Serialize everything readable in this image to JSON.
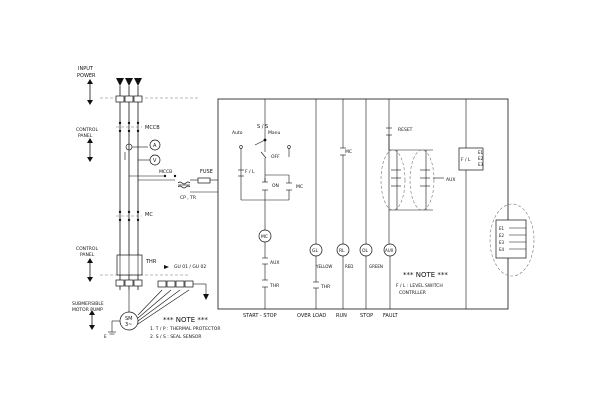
{
  "labels": {
    "input_power": [
      "INPUT",
      "POWER"
    ],
    "control_panel_top": [
      "CONTROL",
      "PANEL"
    ],
    "control_panel_mid": [
      "CONTROL",
      "PANEL"
    ],
    "submersible": [
      "SUBMERSIBLE",
      "MOTOR PUMP"
    ],
    "mccb1": "MCCB",
    "mccb2": "MCCB",
    "fuse": "FUSE",
    "cp_tr": "CP , TR",
    "mc_main": "MC",
    "thr_main": "THR",
    "gu": "GU 01 / GU 02",
    "motor": [
      "SM",
      "3~"
    ],
    "earth": "E",
    "note_left_title": "*** NOTE ***",
    "note_left_lines": [
      "1. T / P : THERMAL PROTECTOR",
      "2. S / S : SEAL SENSOR"
    ],
    "ss": "S / S",
    "auto": "Auto",
    "manu": "Manu",
    "off": "OFF",
    "fl_left": "F / L",
    "on": "ON",
    "mc_hold": "MC",
    "mc_coil": "MC",
    "aux_left": "AUX",
    "thr_left": "THR",
    "gl": "GL",
    "rl": "RL",
    "ol": "OL",
    "aux_lamp": "AUX",
    "yellow": "YELLOW",
    "red": "RED",
    "green": "GREEN",
    "thr_ol": "THR",
    "mc_run": "MC",
    "reset": "RESET",
    "aux_right": "AUX",
    "fl_relay": "F / L",
    "relay_terms": [
      "E1",
      "E2",
      "E3"
    ],
    "note_right_title": "*** NOTE ***",
    "note_right_lines": [
      "F / L : LEVEL SWITCH",
      "CONTRLLER"
    ],
    "bottom": {
      "start_stop": "START - STOP",
      "over_load": "OVER LOAD",
      "run": "RUN",
      "stop": "STOP",
      "fault": "FAULT"
    },
    "probe_labels": [
      "E1",
      "E2",
      "E3",
      "E4"
    ]
  }
}
